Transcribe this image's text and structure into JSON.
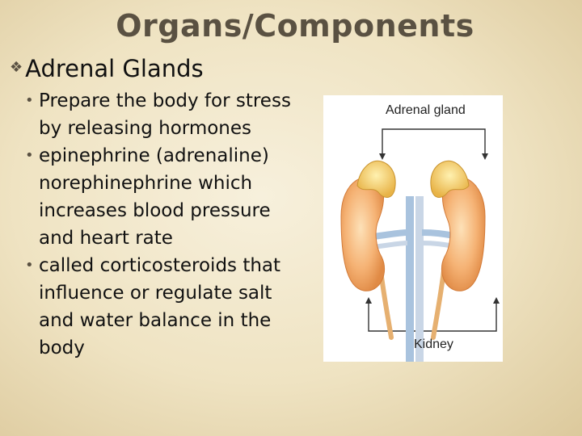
{
  "slide": {
    "title": "Organs/Components",
    "heading": "Adrenal Glands",
    "bullets": [
      "Prepare the body for stress by releasing hormones",
      "epinephrine (adrenaline) norephinephrine which increases blood pressure and heart rate",
      "called corticosteroids that influence or regulate salt and water balance in the body"
    ]
  },
  "figure": {
    "label_top": "Adrenal gland",
    "label_bottom": "Kidney"
  }
}
